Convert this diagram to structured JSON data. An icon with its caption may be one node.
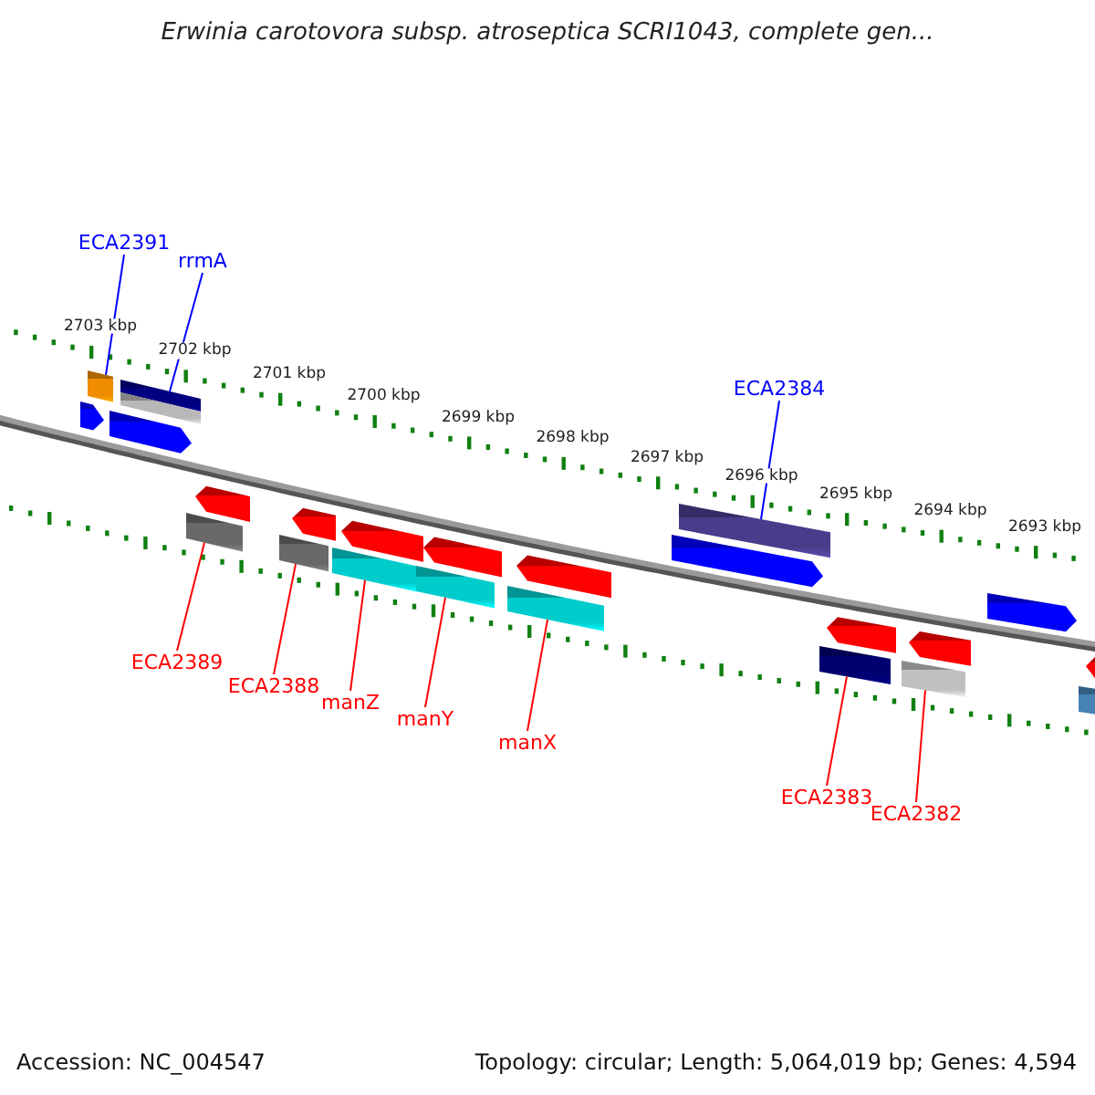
{
  "diagram": {
    "title": "Erwinia carotovora subsp. atroseptica SCRI1043, complete gen...",
    "nodes": [
      {
        "text": [
          "ECA2391"
        ]
      },
      {
        "text": [
          "rrmA"
        ]
      },
      {
        "text": [
          "ECA2384"
        ]
      },
      {
        "text": [
          "ECA2389"
        ]
      },
      {
        "text": [
          "ECA2388"
        ]
      },
      {
        "text": [
          "manZ"
        ]
      },
      {
        "text": [
          "manY"
        ]
      },
      {
        "text": [
          "manX"
        ]
      },
      {
        "text": [
          "ECA2383"
        ]
      },
      {
        "text": [
          "ECA2382"
        ]
      },
      {
        "text": [],
        "shape": "box"
      },
      {
        "text": [],
        "shape": "arrow"
      },
      {
        "text": [],
        "shape": "box"
      },
      {
        "text": [],
        "shape": "arrow"
      },
      {
        "text": [],
        "shape": "box"
      },
      {
        "text": [],
        "shape": "arrow"
      },
      {
        "text": [],
        "shape": "arrow"
      },
      {
        "text": [],
        "shape": "arrow"
      },
      {
        "text": [],
        "shape": "box"
      },
      {
        "text": [],
        "shape": "arrow"
      },
      {
        "text": [],
        "shape": "box"
      },
      {
        "text": [],
        "shape": "arrow"
      },
      {
        "text": [],
        "shape": "box"
      },
      {
        "text": [],
        "shape": "arrow"
      },
      {
        "text": [],
        "shape": "box"
      },
      {
        "text": [],
        "shape": "arrow"
      },
      {
        "text": [],
        "shape": "box"
      },
      {
        "text": [],
        "shape": "arrow"
      },
      {
        "text": [],
        "shape": "box"
      },
      {
        "text": [],
        "shape": "arrow"
      },
      {
        "text": [],
        "shape": "box"
      },
      {
        "text": [],
        "shape": "arrow"
      },
      {
        "text": [],
        "shape": "box"
      }
    ],
    "edges": [
      {
        "from": 0,
        "to": 10,
        "arrow": "none",
        "color": "#0000ff"
      },
      {
        "from": 1,
        "to": 12,
        "arrow": "none",
        "color": "#0000ff"
      },
      {
        "from": 2,
        "to": 14,
        "arrow": "none",
        "color": "#0000ff"
      },
      {
        "from": 3,
        "to": 18,
        "arrow": "none"
      },
      {
        "from": 4,
        "to": 20,
        "arrow": "none"
      },
      {
        "from": 5,
        "to": 22,
        "arrow": "none"
      },
      {
        "from": 6,
        "to": 24,
        "arrow": "none"
      },
      {
        "from": 7,
        "to": 26,
        "arrow": "none"
      },
      {
        "from": 8,
        "to": 28,
        "arrow": "none"
      },
      {
        "from": 9,
        "to": 30,
        "arrow": "none"
      }
    ],
    "labels": [
      "2703 kbp",
      "2702 kbp",
      "2701 kbp",
      "2700 kbp",
      "2699 kbp",
      "2698 kbp",
      "2697 kbp",
      "2696 kbp",
      "2695 kbp",
      "2694 kbp",
      "2693 kbp",
      "Accession: NC_004547",
      "Topology: circular; Length: 5,064,019 bp; Genes: 4,594"
    ]
  }
}
